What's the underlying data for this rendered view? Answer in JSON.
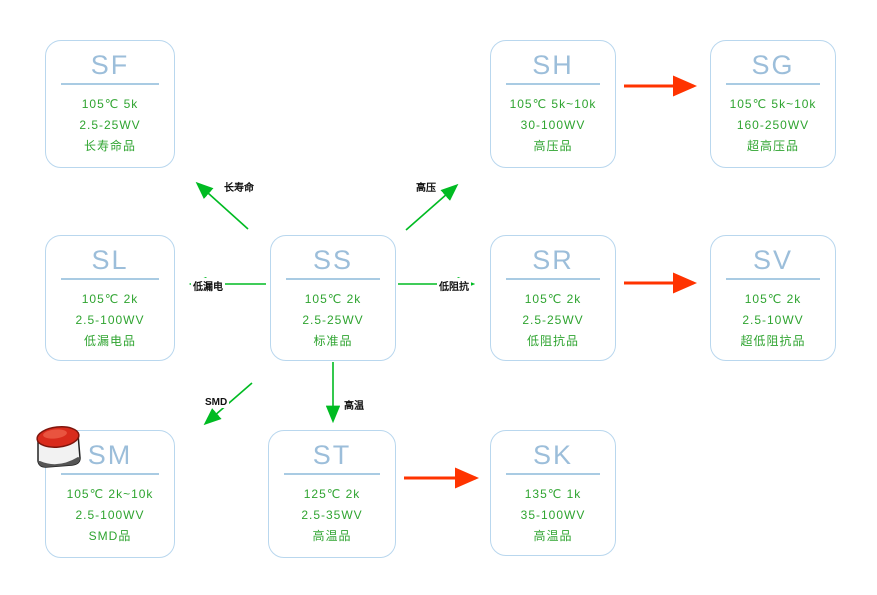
{
  "diagram_title": "capacitor-series-map",
  "nodes": [
    {
      "id": "SF",
      "title": "SF",
      "spec1": "105℃ 5k",
      "spec2": "2.5-25WV",
      "desc": "长寿命品"
    },
    {
      "id": "SH",
      "title": "SH",
      "spec1": "105℃ 5k~10k",
      "spec2": "30-100WV",
      "desc": "高压品"
    },
    {
      "id": "SG",
      "title": "SG",
      "spec1": "105℃ 5k~10k",
      "spec2": "160-250WV",
      "desc": "超高压品"
    },
    {
      "id": "SL",
      "title": "SL",
      "spec1": "105℃ 2k",
      "spec2": "2.5-100WV",
      "desc": "低漏电品"
    },
    {
      "id": "SS",
      "title": "SS",
      "spec1": "105℃ 2k",
      "spec2": "2.5-25WV",
      "desc": "标准品"
    },
    {
      "id": "SR",
      "title": "SR",
      "spec1": "105℃ 2k",
      "spec2": "2.5-25WV",
      "desc": "低阻抗品"
    },
    {
      "id": "SV",
      "title": "SV",
      "spec1": "105℃ 2k",
      "spec2": "2.5-10WV",
      "desc": "超低阻抗品"
    },
    {
      "id": "SM",
      "title": "SM",
      "spec1": "105℃ 2k~10k",
      "spec2": "2.5-100WV",
      "desc": "SMD品"
    },
    {
      "id": "ST",
      "title": "ST",
      "spec1": "125℃ 2k",
      "spec2": "2.5-35WV",
      "desc": "高温品"
    },
    {
      "id": "SK",
      "title": "SK",
      "spec1": "135℃ 1k",
      "spec2": "35-100WV",
      "desc": "高温品"
    }
  ],
  "edge_labels": {
    "long_life": "长寿命",
    "high_voltage": "高压",
    "low_leakage": "低漏电",
    "low_impedance": "低阻抗",
    "smd": "SMD",
    "high_temp": "高温"
  },
  "colors": {
    "green_arrow": "#00bb22",
    "red_arrow": "#ff3300",
    "box_border": "#b9d7ee",
    "title_text": "#9cbeda",
    "body_text": "#2fa430"
  }
}
